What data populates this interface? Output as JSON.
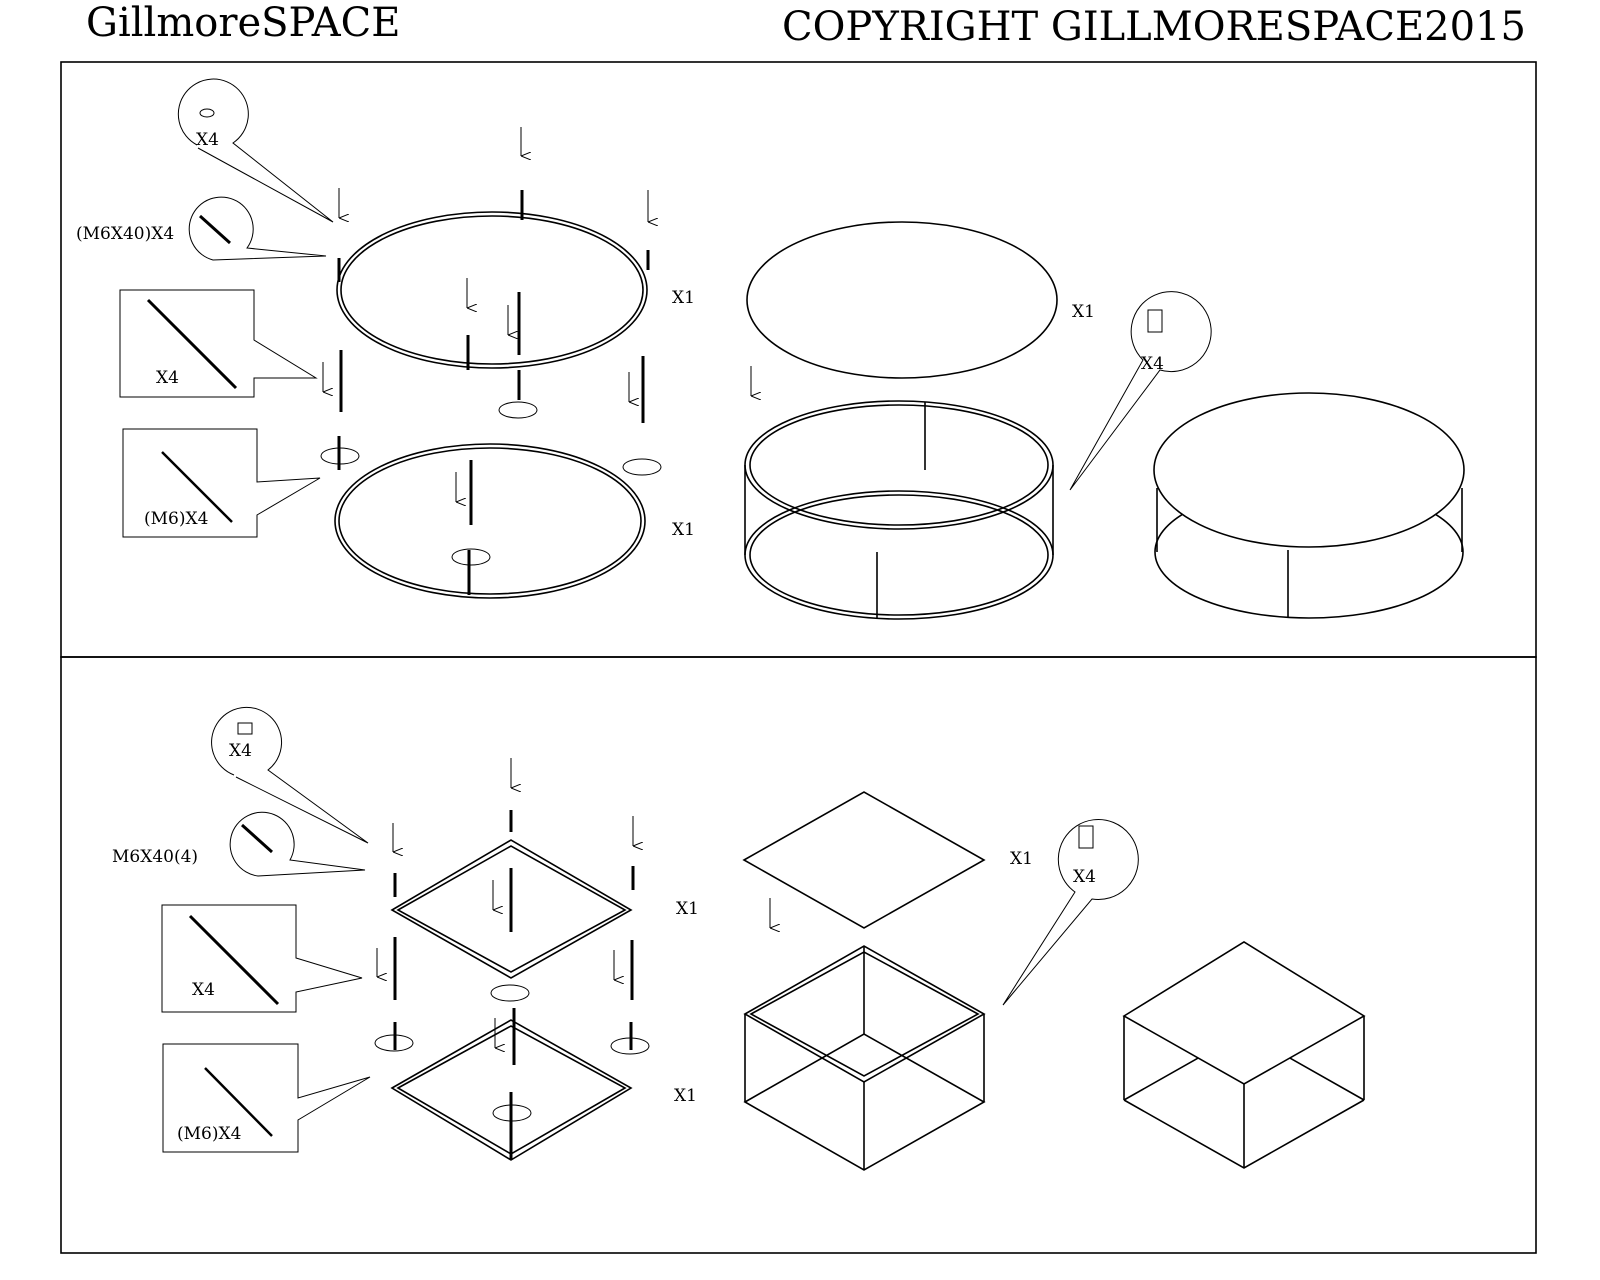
{
  "header": {
    "brand": "GillmoreSPACE",
    "copyright": "COPYRIGHT GILLMORESPACE2015"
  },
  "round_table": {
    "cap_qty": "X4",
    "bolt_qty": "(M6X40)X4",
    "post_qty": "X4",
    "rod_qty": "(M6)X4",
    "top_ring_qty": "X1",
    "bottom_ring_qty": "X1",
    "top_panel_qty": "X1",
    "screw_qty": "X4"
  },
  "square_table": {
    "cap_qty": "X4",
    "bolt_qty": "M6X40(4)",
    "post_qty": "X4",
    "rod_qty": "(M6)X4",
    "top_frame_qty": "X1",
    "bottom_frame_qty": "X1",
    "top_panel_qty": "X1",
    "screw_qty": "X4"
  }
}
